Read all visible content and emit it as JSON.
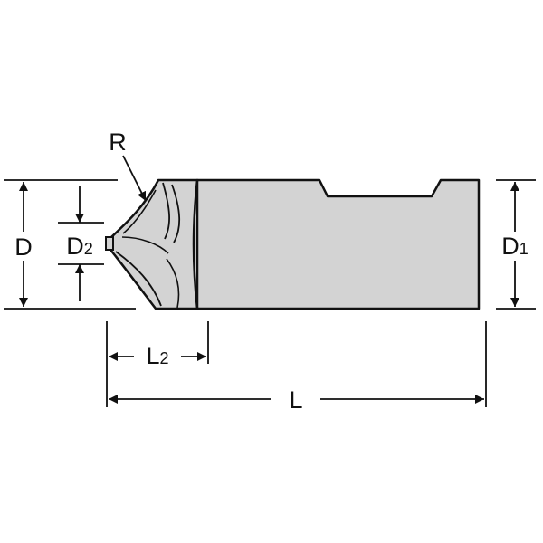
{
  "labels": {
    "radius": "R",
    "diameter": "D",
    "pilot_diameter": {
      "main": "D",
      "sub": "2"
    },
    "shank_diameter": {
      "main": "D",
      "sub": "1"
    },
    "cut_length": {
      "main": "L",
      "sub": "2"
    },
    "overall_length": "L"
  },
  "colors": {
    "body_fill": "#d3d3d3",
    "line": "#111111",
    "background": "#ffffff"
  }
}
